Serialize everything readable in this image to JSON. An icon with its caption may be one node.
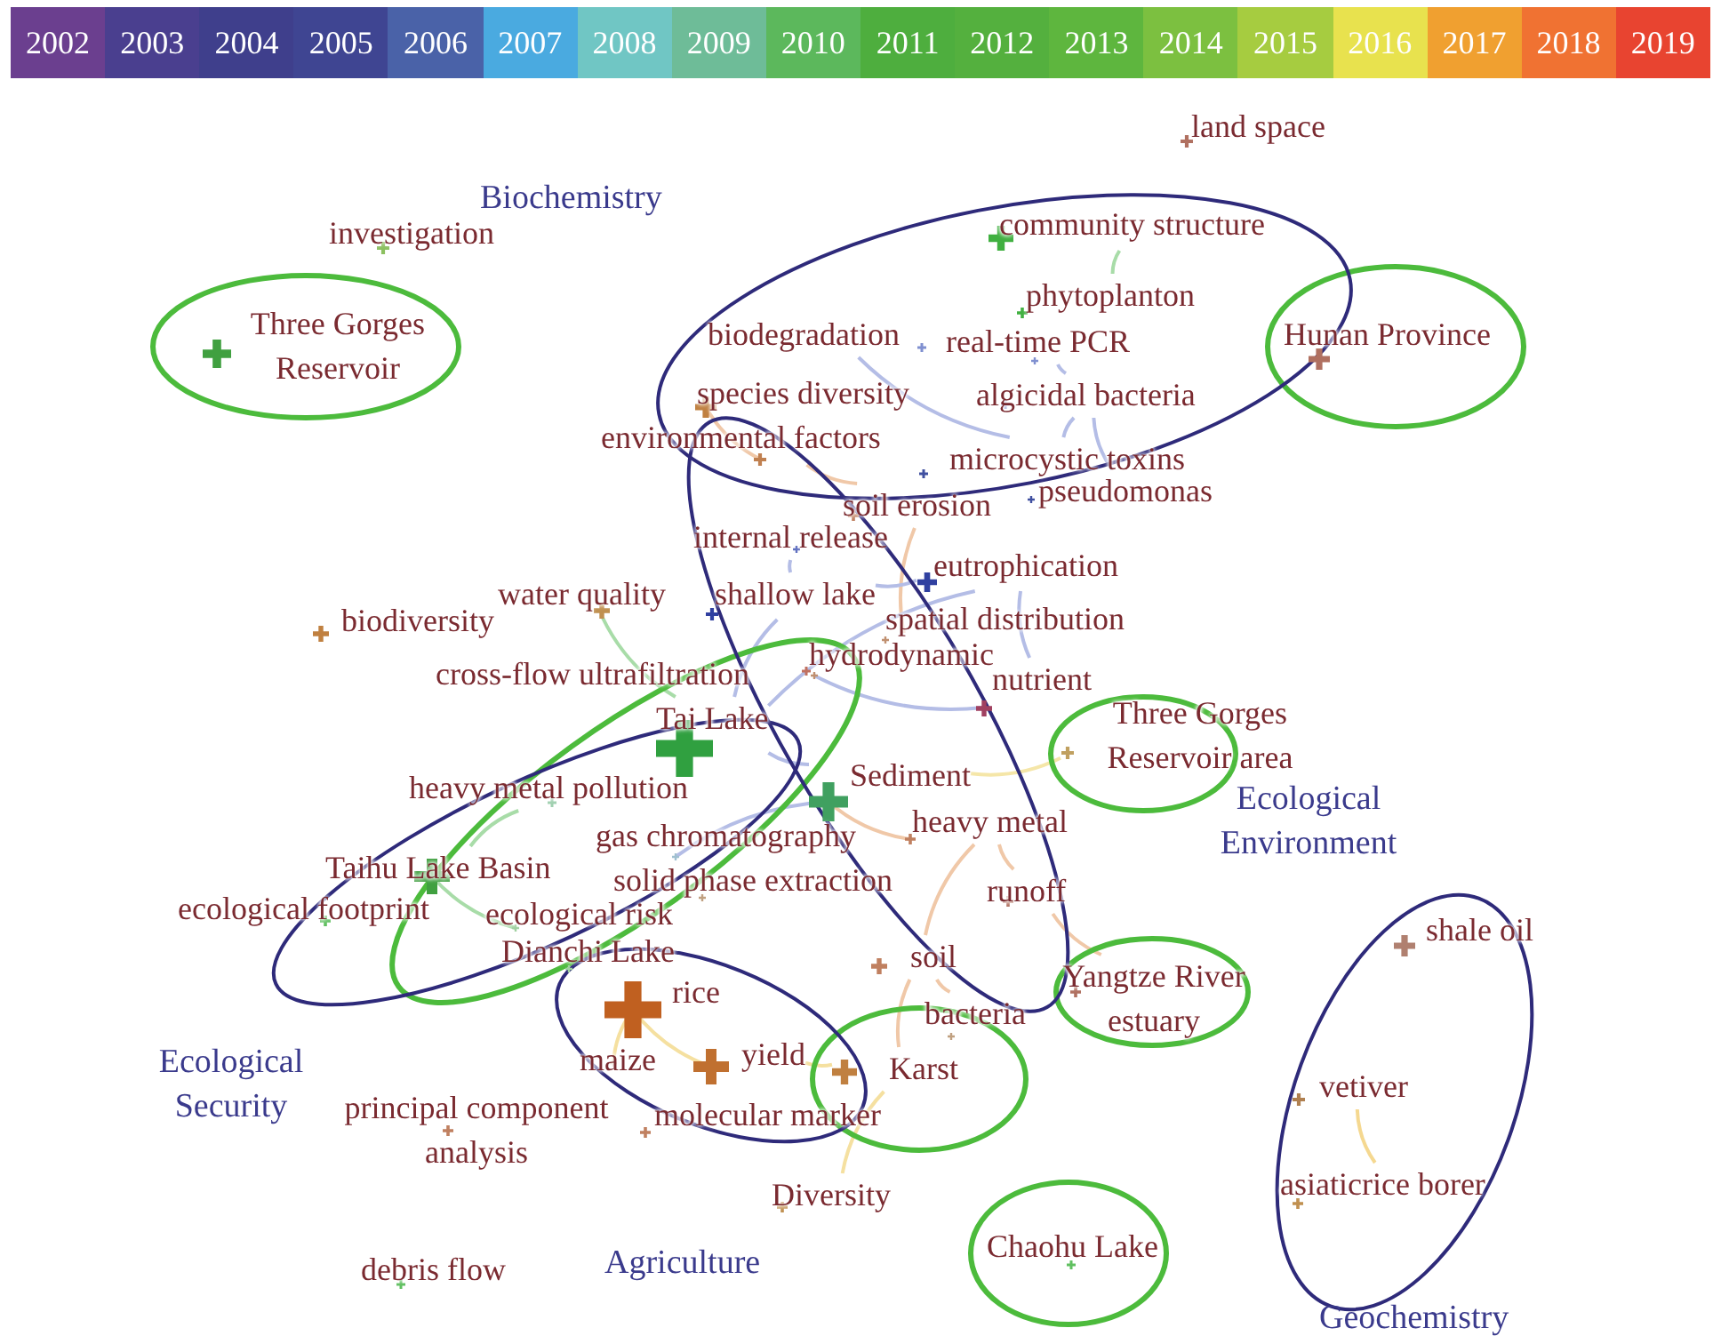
{
  "diagram": {
    "nodes": [
      {
        "text": [
          "land space"
        ]
      },
      {
        "text": [
          "investigation"
        ]
      },
      {
        "text": [
          "Three Gorges Reservoir"
        ]
      },
      {
        "text": [
          "community structure"
        ]
      },
      {
        "text": [
          "phytoplanton"
        ]
      },
      {
        "text": [
          "Hunan Province"
        ]
      },
      {
        "text": [
          "biodegradation"
        ]
      },
      {
        "text": [
          "real-time PCR"
        ]
      },
      {
        "text": [
          "species diversity"
        ]
      },
      {
        "text": [
          "algicidal bacteria"
        ]
      },
      {
        "text": [
          "environmental factors"
        ]
      },
      {
        "text": [
          "microcystic toxins"
        ]
      },
      {
        "text": [
          "pseudomonas"
        ]
      },
      {
        "text": [
          "soil erosion"
        ]
      },
      {
        "text": [
          "internal release"
        ]
      },
      {
        "text": [
          "eutrophication"
        ]
      },
      {
        "text": [
          "water quality"
        ]
      },
      {
        "text": [
          "shallow lake"
        ]
      },
      {
        "text": [
          "biodiversity"
        ]
      },
      {
        "text": [
          "spatial distribution"
        ]
      },
      {
        "text": [
          "hydrodynamic"
        ]
      },
      {
        "text": [
          "cross-flow ultrafiltration"
        ]
      },
      {
        "text": [
          "nutrient"
        ]
      },
      {
        "text": [
          "Tai Lake"
        ]
      },
      {
        "text": [
          "Three Gorges Reservoir area"
        ]
      },
      {
        "text": [
          "heavy metal pollution"
        ]
      },
      {
        "text": [
          "Sediment"
        ]
      },
      {
        "text": [
          "gas chromatography"
        ]
      },
      {
        "text": [
          "heavy metal"
        ]
      },
      {
        "text": [
          "Taihu Lake Basin"
        ]
      },
      {
        "text": [
          "solid phase extraction"
        ]
      },
      {
        "text": [
          "runoff"
        ]
      },
      {
        "text": [
          "ecological footprint"
        ]
      },
      {
        "text": [
          "ecological risk"
        ]
      },
      {
        "text": [
          "Dianchi Lake"
        ]
      },
      {
        "text": [
          "soil"
        ]
      },
      {
        "text": [
          "Yangtze River estuary"
        ]
      },
      {
        "text": [
          "rice"
        ]
      },
      {
        "text": [
          "bacteria"
        ]
      },
      {
        "text": [
          "maize"
        ]
      },
      {
        "text": [
          "yield"
        ]
      },
      {
        "text": [
          "Karst"
        ]
      },
      {
        "text": [
          "vetiver"
        ]
      },
      {
        "text": [
          "principal component analysis"
        ]
      },
      {
        "text": [
          "molecular marker"
        ]
      },
      {
        "text": [
          "shale oil"
        ]
      },
      {
        "text": [
          "asiaticrice borer"
        ]
      },
      {
        "text": [
          "Diversity"
        ]
      },
      {
        "text": [
          "Chaohu Lake"
        ]
      },
      {
        "text": [
          "debris flow"
        ]
      }
    ],
    "edges": [
      {
        "from": 3,
        "to": 4,
        "arrow": "none",
        "color": "#a8dca8"
      },
      {
        "from": 6,
        "to": 11,
        "arrow": "none"
      },
      {
        "from": 7,
        "to": 9,
        "arrow": "none"
      },
      {
        "from": 9,
        "to": 12,
        "arrow": "none"
      },
      {
        "from": 9,
        "to": 11,
        "arrow": "none"
      },
      {
        "from": 8,
        "to": 10,
        "arrow": "none",
        "color": "#f0c8a8"
      },
      {
        "from": 10,
        "to": 13,
        "arrow": "none",
        "color": "#f0c8a8"
      },
      {
        "from": 13,
        "to": 20,
        "arrow": "none",
        "color": "#f0c8a8"
      },
      {
        "from": 14,
        "to": 17,
        "arrow": "none"
      },
      {
        "from": 17,
        "to": 23,
        "arrow": "none"
      },
      {
        "from": 17,
        "to": 15,
        "arrow": "none"
      },
      {
        "from": 15,
        "to": 23,
        "arrow": "none"
      },
      {
        "from": 15,
        "to": 22,
        "arrow": "none"
      },
      {
        "from": 20,
        "to": 22,
        "arrow": "none"
      },
      {
        "from": 16,
        "to": 23,
        "arrow": "none",
        "color": "#a8dca8"
      },
      {
        "from": 25,
        "to": 29,
        "arrow": "none",
        "color": "#a8dca8"
      },
      {
        "from": 29,
        "to": 33,
        "arrow": "none",
        "color": "#a8dca8"
      },
      {
        "from": 23,
        "to": 26,
        "arrow": "none"
      },
      {
        "from": 26,
        "to": 27,
        "arrow": "none"
      },
      {
        "from": 26,
        "to": 24,
        "arrow": "none",
        "color": "#f5e6a8"
      },
      {
        "from": 26,
        "to": 28,
        "arrow": "none",
        "color": "#f0c8a8"
      },
      {
        "from": 28,
        "to": 31,
        "arrow": "none",
        "color": "#f0c8a8"
      },
      {
        "from": 28,
        "to": 35,
        "arrow": "none",
        "color": "#f0c8a8"
      },
      {
        "from": 31,
        "to": 36,
        "arrow": "none",
        "color": "#f0c8a8"
      },
      {
        "from": 35,
        "to": 38,
        "arrow": "none",
        "color": "#f0c8a8"
      },
      {
        "from": 35,
        "to": 41,
        "arrow": "none",
        "color": "#f0c8a8"
      },
      {
        "from": 37,
        "to": 39,
        "arrow": "none",
        "color": "#f5e0a0"
      },
      {
        "from": 37,
        "to": 40,
        "arrow": "none",
        "color": "#f5e0a0"
      },
      {
        "from": 40,
        "to": 41,
        "arrow": "none",
        "color": "#f5e0a0"
      },
      {
        "from": 41,
        "to": 47,
        "arrow": "none",
        "color": "#f5e0a0"
      },
      {
        "from": 42,
        "to": 46,
        "arrow": "none",
        "color": "#f5d890"
      }
    ],
    "labels": [
      "Biochemistry",
      "Ecological Environment",
      "Ecological Security",
      "Agriculture",
      "Geochemistry"
    ],
    "legend": [
      {
        "text": "2002",
        "color": "#6b3f8f"
      },
      {
        "text": "2003",
        "color": "#4a3f8f"
      },
      {
        "text": "2004",
        "color": "#3f3f8c"
      },
      {
        "text": "2005",
        "color": "#3f4592"
      },
      {
        "text": "2006",
        "color": "#4a62a8"
      },
      {
        "text": "2007",
        "color": "#4aaae0"
      },
      {
        "text": "2008",
        "color": "#70c6c4"
      },
      {
        "text": "2009",
        "color": "#6ebc98"
      },
      {
        "text": "2010",
        "color": "#5cb85c"
      },
      {
        "text": "2011",
        "color": "#4eae3e"
      },
      {
        "text": "2012",
        "color": "#54b03e"
      },
      {
        "text": "2013",
        "color": "#5eb63e"
      },
      {
        "text": "2014",
        "color": "#7cc040"
      },
      {
        "text": "2015",
        "color": "#a6cc40"
      },
      {
        "text": "2016",
        "color": "#e8e24e"
      },
      {
        "text": "2017",
        "color": "#f0a030"
      },
      {
        "text": "2018",
        "color": "#f07232"
      },
      {
        "text": "2019",
        "color": "#e84430"
      }
    ]
  }
}
